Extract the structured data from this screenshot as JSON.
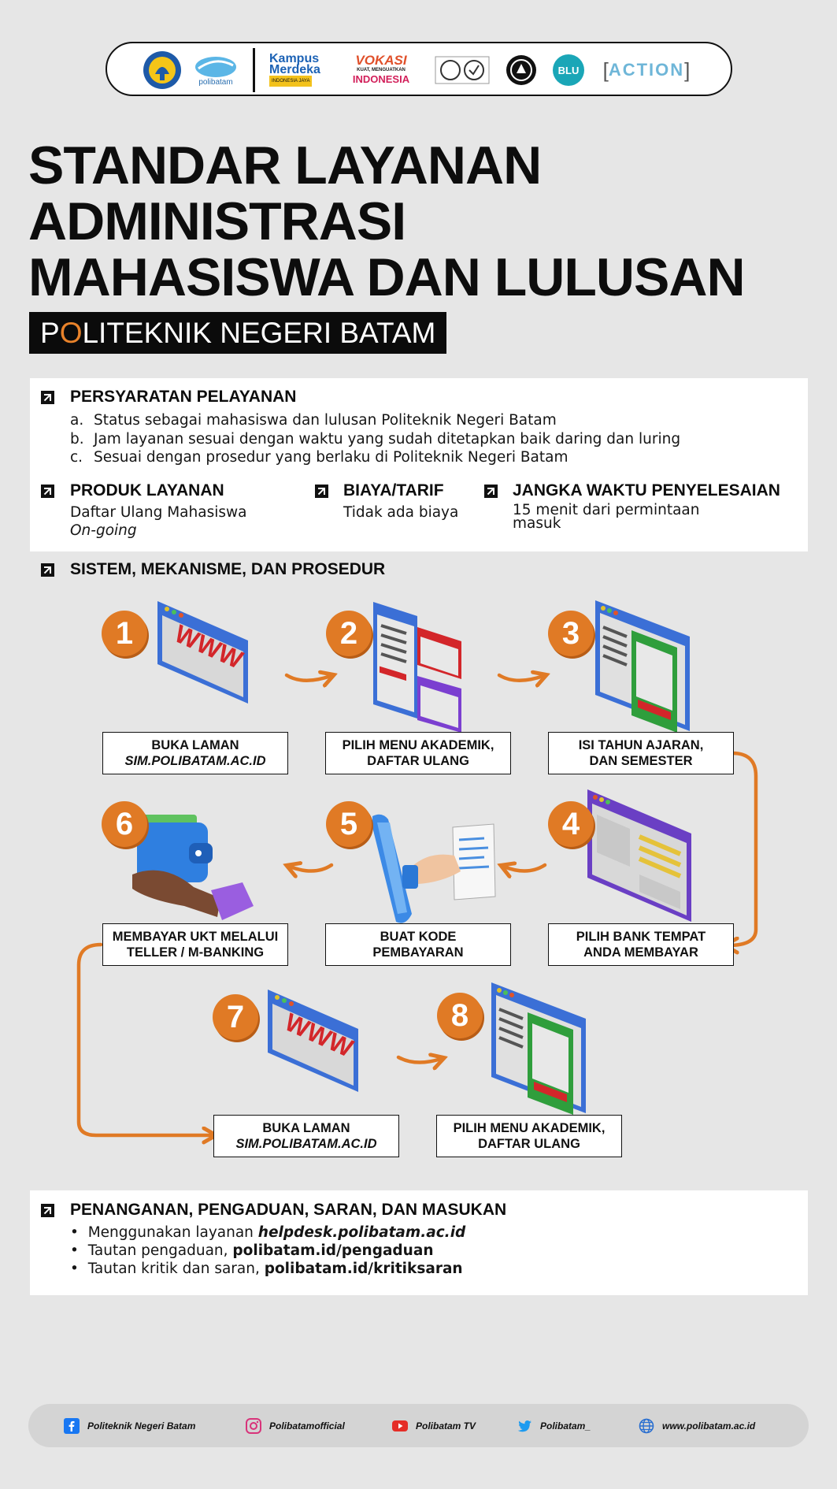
{
  "header_logos": {
    "logo1": "kemendikbud-logo",
    "logo2_text": "polibatam",
    "logo3_line1": "Kampus",
    "logo3_line2": "Merdeka",
    "logo3_line3": "INDONESIA JAYA",
    "logo4_line1": "VOKASI",
    "logo4_line2": "KUAT, MENGUATKAN",
    "logo4_line3": "INDONESIA",
    "logo7_text": "BLU",
    "logo8_text": "ACTION"
  },
  "title": {
    "line1": "STANDAR LAYANAN",
    "line2": "ADMINISTRASI",
    "line3": "MAHASISWA DAN LULUSAN",
    "subtitle_first": "P",
    "subtitle_o": "O",
    "subtitle_rest": "LITEKNIK NEGERI BATAM"
  },
  "persyaratan": {
    "heading": "PERSYARATAN PELAYANAN",
    "items": [
      {
        "marker": "a.",
        "text": "Status sebagai mahasiswa dan lulusan Politeknik Negeri Batam"
      },
      {
        "marker": "b.",
        "text": "Jam layanan sesuai dengan waktu yang sudah ditetapkan baik daring dan luring"
      },
      {
        "marker": "c.",
        "text": "Sesuai dengan prosedur yang berlaku di Politeknik Negeri Batam"
      }
    ]
  },
  "produk": {
    "heading": "PRODUK LAYANAN",
    "line1": "Daftar Ulang Mahasiswa",
    "line2": "On-going"
  },
  "biaya": {
    "heading": "BIAYA/TARIF",
    "line1": "Tidak ada biaya"
  },
  "jangka": {
    "heading": "JANGKA WAKTU PENYELESAIAN",
    "line1": "15 menit dari permintaan",
    "line2": "masuk"
  },
  "sistem": {
    "heading": "SISTEM, MEKANISME, DAN PROSEDUR"
  },
  "steps": [
    {
      "num": "1",
      "line1": "BUKA LAMAN",
      "line2": "SIM.POLIBATAM.AC.ID"
    },
    {
      "num": "2",
      "line1": "PILIH MENU AKADEMIK,",
      "line2": "DAFTAR ULANG"
    },
    {
      "num": "3",
      "line1": "ISI TAHUN AJARAN,",
      "line2": "DAN SEMESTER"
    },
    {
      "num": "4",
      "line1": "PILIH BANK TEMPAT",
      "line2": "ANDA MEMBAYAR"
    },
    {
      "num": "5",
      "line1": "BUAT KODE",
      "line2": "PEMBAYARAN"
    },
    {
      "num": "6",
      "line1": "MEMBAYAR UKT MELALUI",
      "line2": "TELLER / M-BANKING"
    },
    {
      "num": "7",
      "line1": "BUKA LAMAN",
      "line2": "SIM.POLIBATAM.AC.ID"
    },
    {
      "num": "8",
      "line1": "PILIH MENU AKADEMIK,",
      "line2": "DAFTAR ULANG"
    }
  ],
  "illus_text": {
    "www": "WWW"
  },
  "penanganan": {
    "heading": "PENANGANAN, PENGADUAN, SARAN, DAN MASUKAN",
    "items": [
      {
        "prefix": "Menggunakan layanan ",
        "link": "helpdesk.polibatam.ac.id"
      },
      {
        "prefix": "Tautan pengaduan, ",
        "link": "polibatam.id/pengaduan"
      },
      {
        "prefix": "Tautan kritik dan saran, ",
        "link": "polibatam.id/kritiksaran"
      }
    ]
  },
  "footer": {
    "facebook": "Politeknik Negeri Batam",
    "instagram": "Polibatamofficial",
    "youtube": "Polibatam TV",
    "twitter": "Polibatam_",
    "website": "www.polibatam.ac.id"
  },
  "colors": {
    "accent": "#e07a25",
    "dark": "#0b0b0b",
    "bg": "#e6e6e6"
  }
}
